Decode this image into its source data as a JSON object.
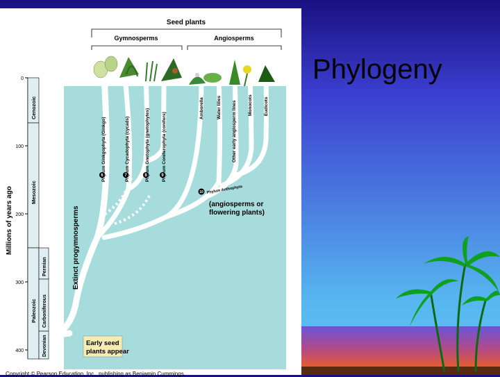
{
  "slide": {
    "title": "Phylogeny"
  },
  "figure": {
    "top_label": "Seed plants",
    "group_gymno": "Gymnosperms",
    "group_angio": "Angiosperms",
    "y_axis_label": "Millions of years ago",
    "ticks": [
      "0",
      "100",
      "200",
      "300",
      "400"
    ],
    "eras": [
      "Cenozoic",
      "Mesozoic",
      "Paleozoic"
    ],
    "periods": [
      "Permian",
      "Carboniferous",
      "Devonian"
    ],
    "lineages": [
      "Phylum Ginkgophyta (Ginkgo)",
      "Phylum Cycadophyta (cycads)",
      "Phylum Gnetophyta (gnetophytes)",
      "Phylum Coniferophyta (conifers)",
      "Amborella",
      "Water lilies",
      "Other early angiosperm lines",
      "Monocots",
      "Eudicots"
    ],
    "lineage_numbers": [
      "6",
      "7",
      "8",
      "9"
    ],
    "anthophyta_number": "10",
    "anthophyta_label": "Phylum Anthophyta",
    "anthophyta_desc_1": "(angiosperms or",
    "anthophyta_desc_2": "flowering plants)",
    "progymno_label": "Extinct progymnosperms",
    "early_seed_1": "Early seed",
    "early_seed_2": "plants appear",
    "copyright": "Copyright © Pearson Education, Inc., publishing as Benjamin Cummings."
  }
}
